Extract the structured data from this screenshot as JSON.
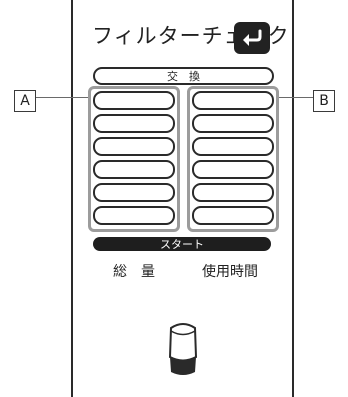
{
  "title": "フィルターチェック",
  "exchange_label": "交　換",
  "start_label": "スタート",
  "left_label": "総　量",
  "right_label": "使用時間",
  "callouts": {
    "left": "A",
    "right": "B"
  },
  "slots_per_column": 6,
  "icons": {
    "back": "return-arrow-icon",
    "knob": "dial-knob-icon"
  }
}
